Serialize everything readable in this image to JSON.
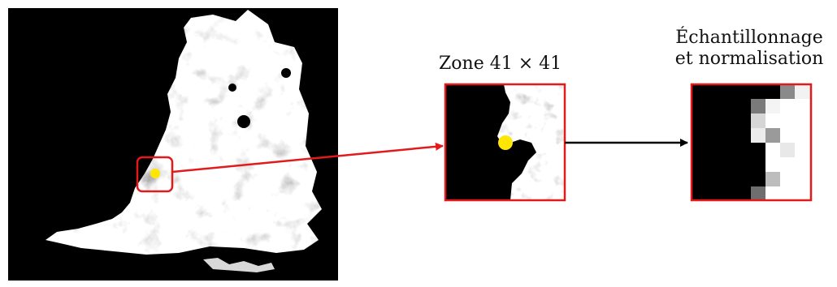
{
  "captions": {
    "zone": "Zone 41 × 41",
    "sampling_line1": "Échantillonnage",
    "sampling_line2": "et normalisation"
  },
  "colors": {
    "highlight": "#e31a1c",
    "point": "#ffe600",
    "arrow": "#000000",
    "background": "#000000"
  }
}
